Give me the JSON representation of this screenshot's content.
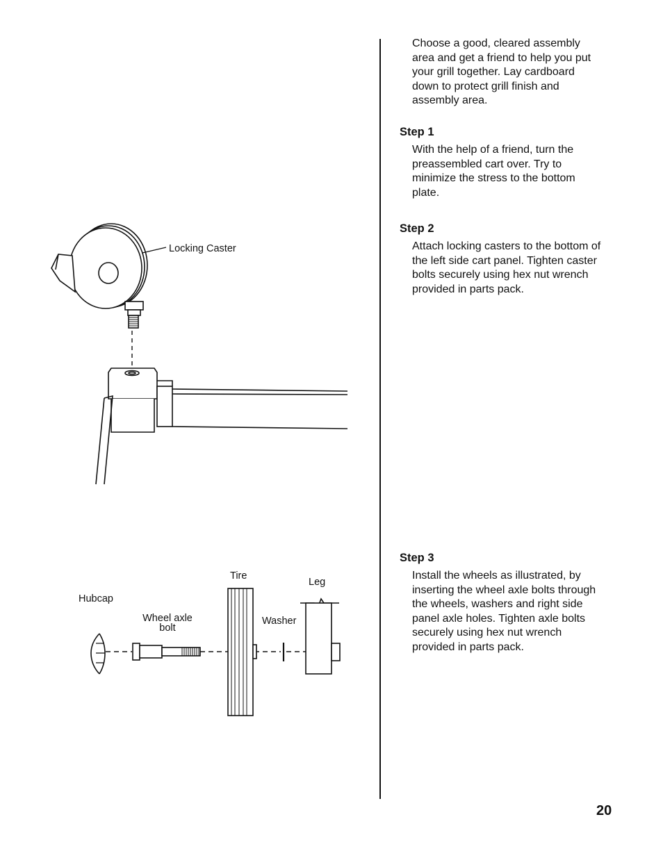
{
  "intro": "Choose a good, cleared assembly area and get a friend to help you put your grill together. Lay cardboard down to protect grill finish and assembly area.",
  "steps": [
    {
      "title": "Step 1",
      "text": "With the help of a friend, turn the preassembled cart over. Try to minimize the stress to the bottom plate."
    },
    {
      "title": "Step 2",
      "text": "Attach locking casters to the bottom of the left side cart panel. Tighten caster bolts securely using hex nut wrench provided in parts pack."
    },
    {
      "title": "Step 3",
      "text": "Install the wheels as illustrated, by inserting the wheel axle bolts through the wheels, washers and right side panel axle holes. Tighten axle bolts securely using hex nut wrench provided in parts pack."
    }
  ],
  "figures": {
    "caster": {
      "label": "Locking Caster"
    },
    "wheel": {
      "hubcap": "Hubcap",
      "axle_line1": "Wheel axle",
      "axle_line2": "bolt",
      "tire": "Tire",
      "washer": "Washer",
      "leg": "Leg"
    }
  },
  "page_number": "20"
}
